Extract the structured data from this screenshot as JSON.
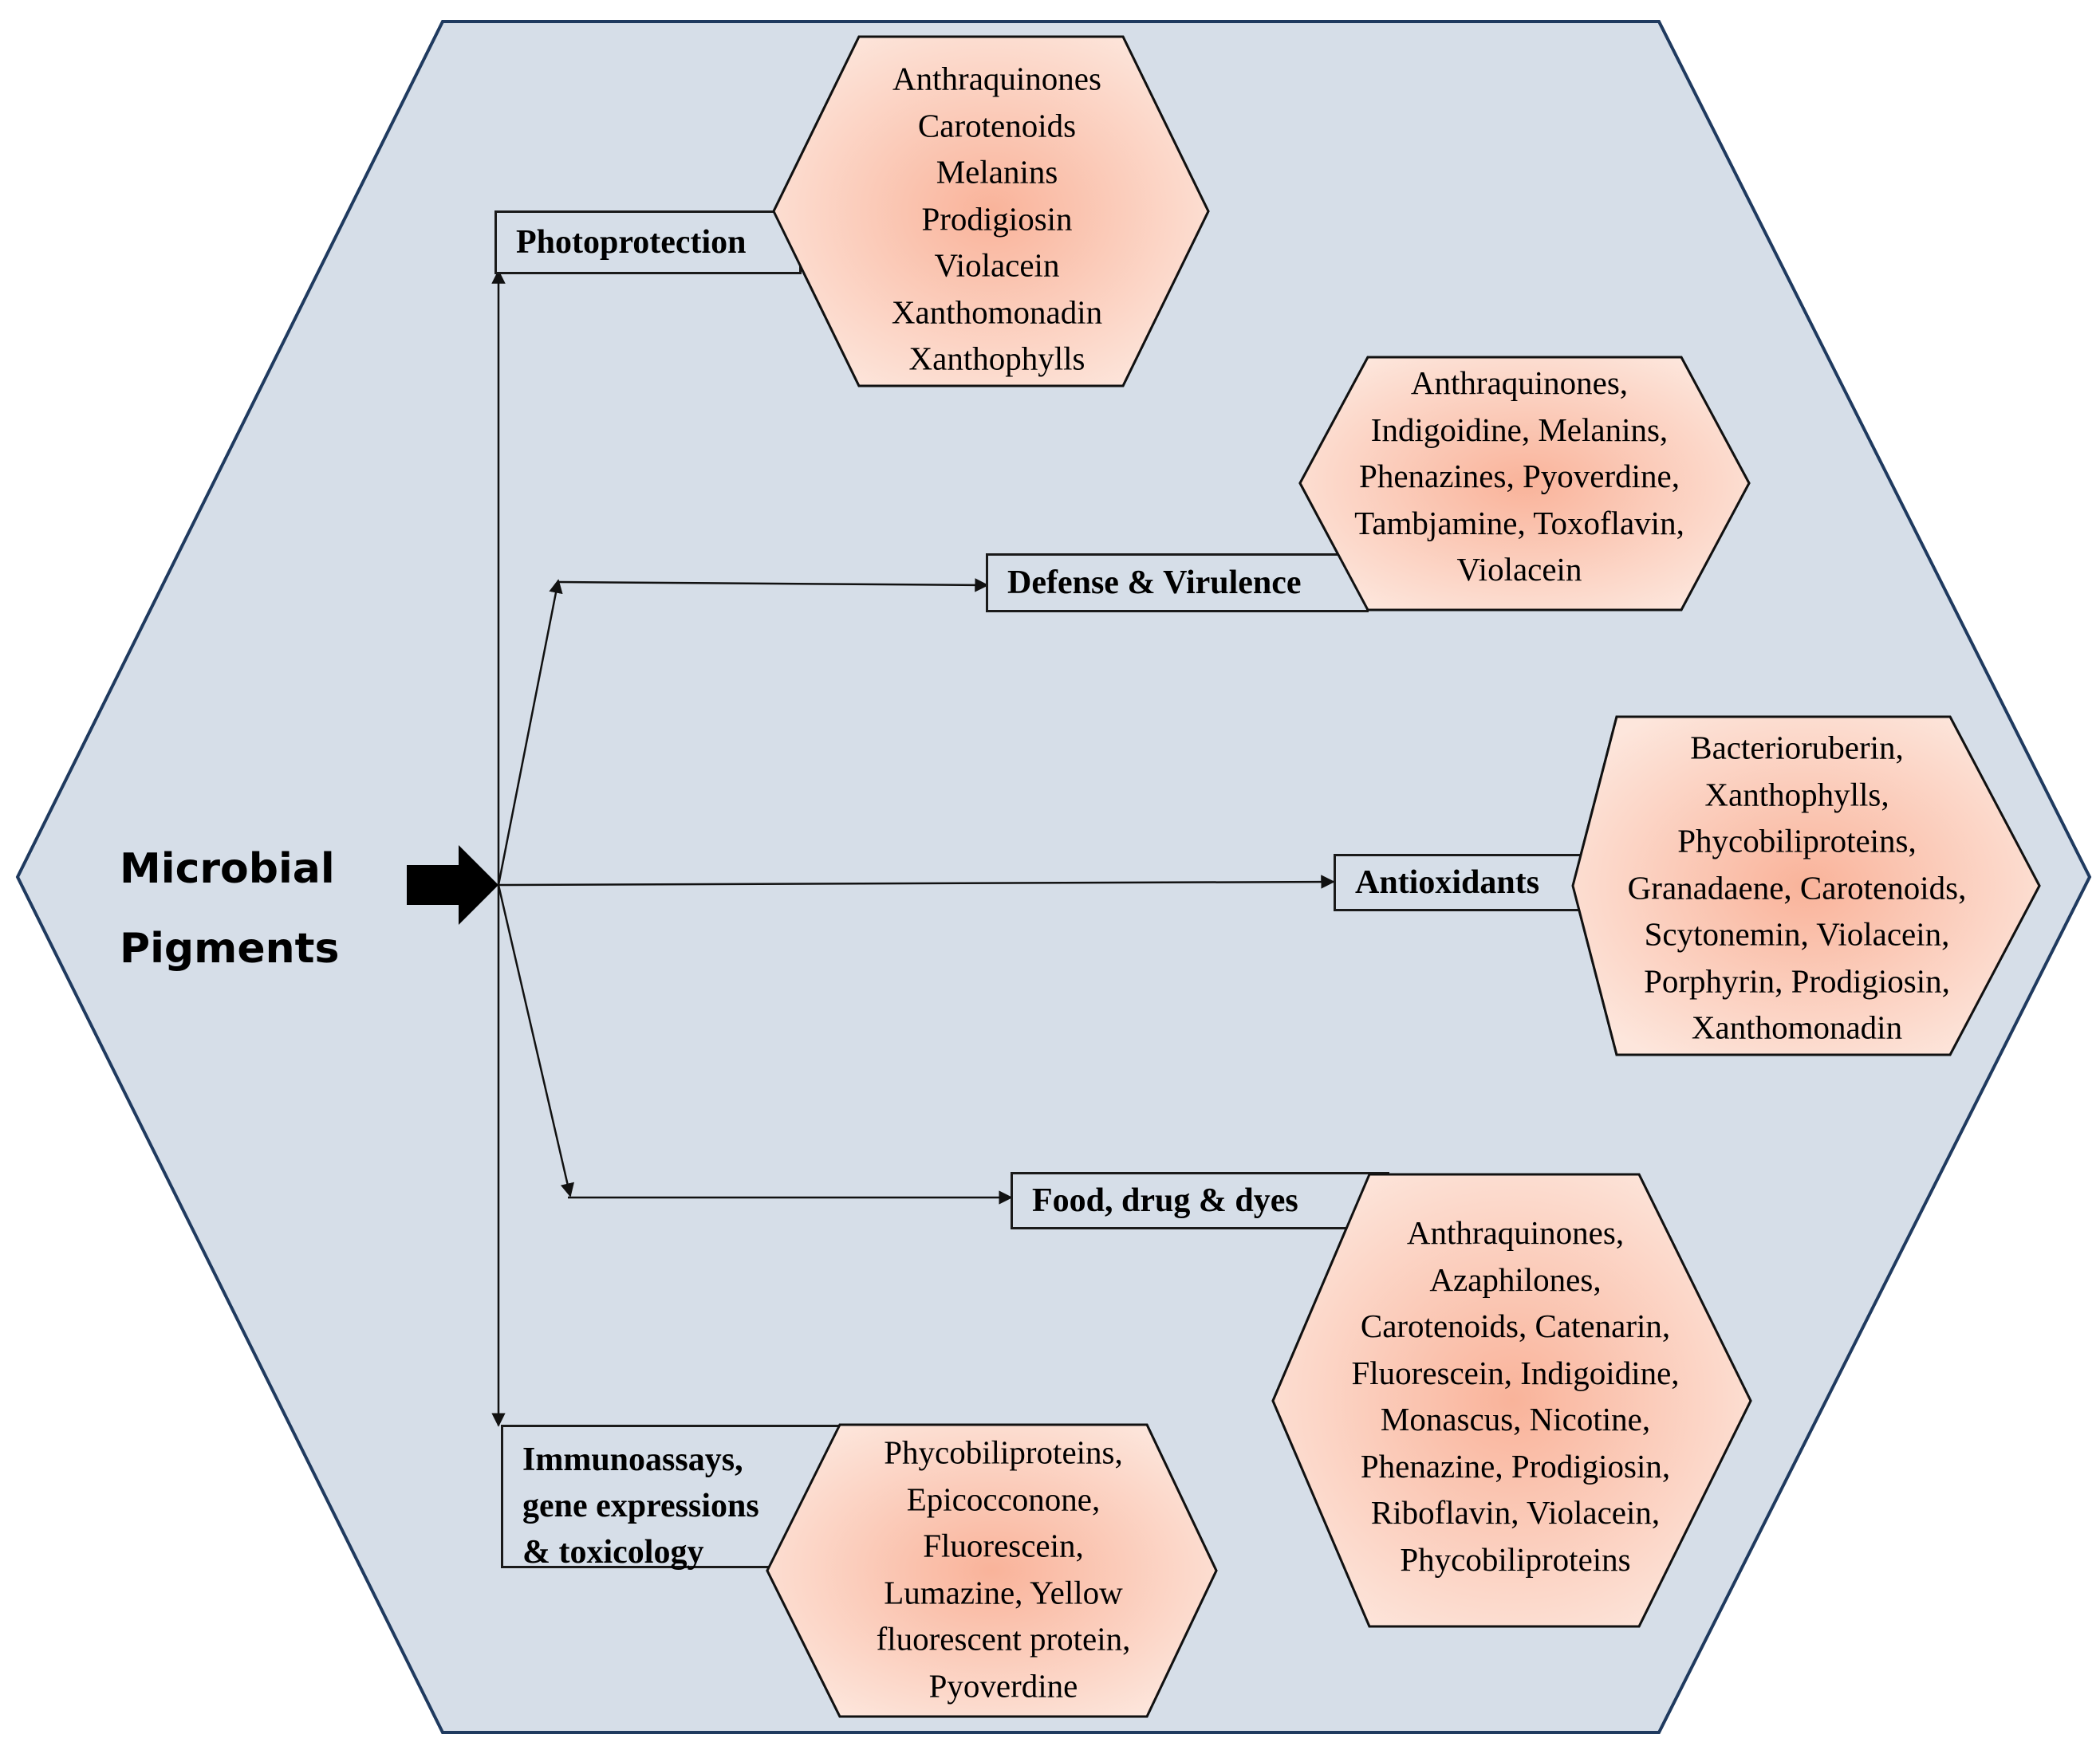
{
  "main_title": {
    "line1": "Microbial",
    "line2": "Pigments"
  },
  "categories": {
    "photoprotection": {
      "label": [
        "Photoprotection"
      ],
      "pigments": [
        "Anthraquinones",
        "Carotenoids",
        "Melanins",
        "Prodigiosin",
        "Violacein",
        "Xanthomonadin",
        "Xanthophylls"
      ]
    },
    "defense": {
      "label": [
        "Defense & Virulence"
      ],
      "pigments": [
        "Anthraquinones,",
        "Indigoidine, Melanins,",
        "Phenazines, Pyoverdine,",
        "Tambjamine, Toxoflavin,",
        "Violacein"
      ]
    },
    "antioxidants": {
      "label": [
        "Antioxidants"
      ],
      "pigments": [
        "Bacterioruberin,",
        "Xanthophylls,",
        "Phycobiliproteins,",
        "Granadaene, Carotenoids,",
        "Scytonemin, Violacein,",
        "Porphyrin, Prodigiosin,",
        "Xanthomonadin"
      ]
    },
    "food": {
      "label": [
        "Food, drug & dyes"
      ],
      "pigments": [
        "Anthraquinones,",
        "Azaphilones,",
        "Carotenoids, Catenarin,",
        "Fluorescein, Indigoidine,",
        "Monascus, Nicotine,",
        "Phenazine, Prodigiosin,",
        "Riboflavin, Violacein,",
        "Phycobiliproteins"
      ]
    },
    "immuno": {
      "label": [
        "Immunoassays,",
        "gene expressions",
        "& toxicology"
      ],
      "pigments": [
        "Phycobiliproteins,",
        "Epicocconone,",
        "Fluorescein,",
        "Lumazine, Yellow",
        "fluorescent protein,",
        "Pyoverdine"
      ]
    }
  },
  "colors": {
    "outer_fill": "#d6dee8",
    "outline": "#1f3a5f",
    "pigment_center": "#f9b69c",
    "pigment_edge": "#fde3d8"
  }
}
